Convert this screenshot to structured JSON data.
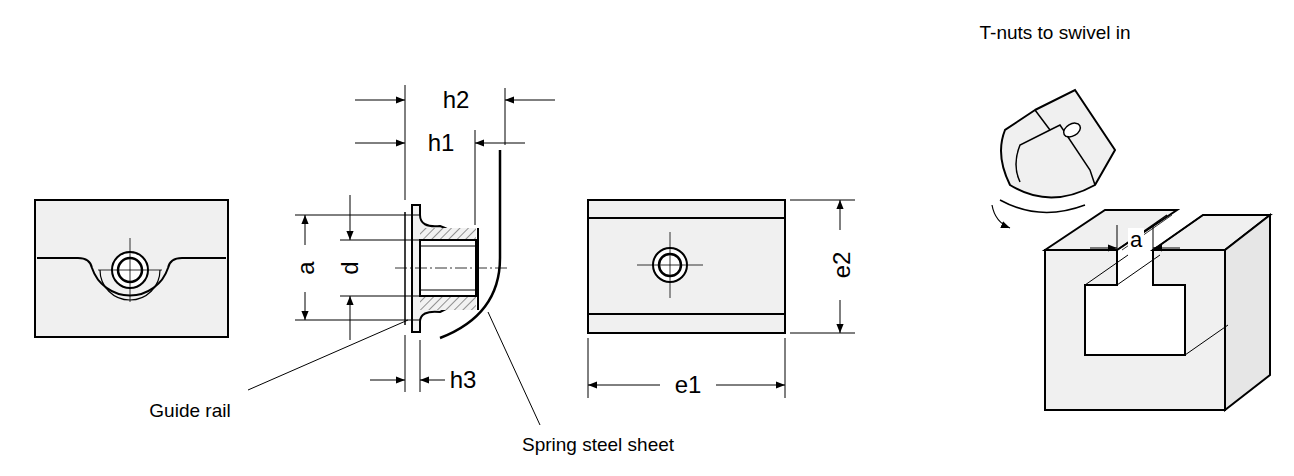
{
  "diagram": {
    "labels": [
      "T-nuts to swivel in",
      "h2",
      "h1",
      "a",
      "d",
      "h3",
      "e2",
      "e1",
      "Guide rail",
      "Spring steel sheet",
      "a"
    ]
  }
}
